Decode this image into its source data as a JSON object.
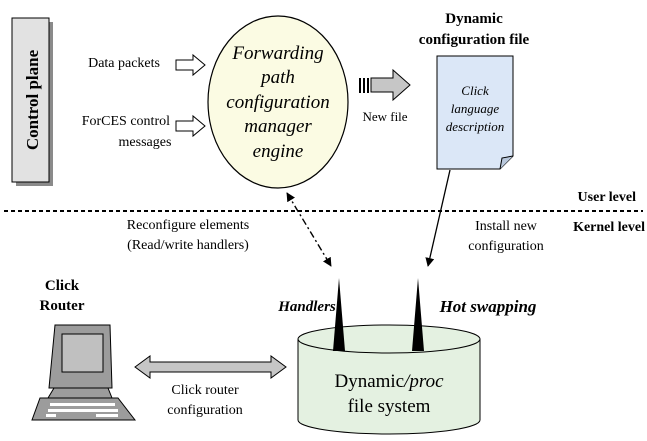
{
  "control_plane": {
    "label": "Control plane"
  },
  "inputs": {
    "data_packets": "Data packets",
    "forces_line1": "ForCES control",
    "forces_line2": "messages"
  },
  "engine": {
    "line1": "Forwarding",
    "line2": "path",
    "line3": "configuration",
    "line4": "manager",
    "line5": "engine"
  },
  "new_file_label": "New file",
  "config_file": {
    "title_line1": "Dynamic",
    "title_line2": "configuration file",
    "doc_line1": "Click",
    "doc_line2": "language",
    "doc_line3": "description"
  },
  "levels": {
    "user": "User level",
    "kernel": "Kernel level"
  },
  "reconfigure": {
    "line1": "Reconfigure elements",
    "line2": "(Read/write handlers)"
  },
  "install": {
    "line1": "Install new",
    "line2": "configuration"
  },
  "router": {
    "line1": "Click",
    "line2": "Router"
  },
  "handlers_label": "Handlers",
  "hot_swapping_label": "Hot swapping",
  "router_config": {
    "line1": "Click router",
    "line2": "configuration"
  },
  "filesystem": {
    "prefix": "Dynamic",
    "proc": "/proc",
    "line2": "file system"
  },
  "colors": {
    "engine_fill": "#fbfbe3",
    "document_fill": "#dbe7f7",
    "cylinder_fill": "#e4f1e1",
    "control_plane_fill": "#e2e2e2",
    "arrow_fill": "#c6c6c6"
  }
}
